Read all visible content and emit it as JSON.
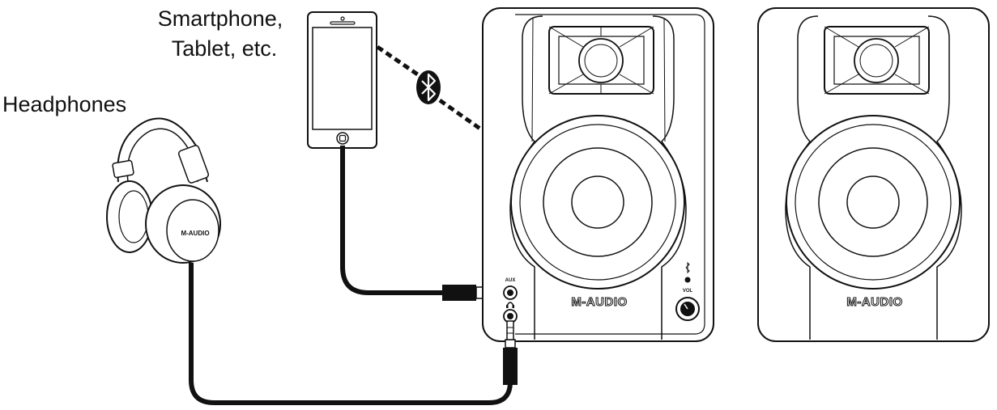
{
  "labels": {
    "smartphone_line1": "Smartphone,",
    "smartphone_line2": "Tablet, etc.",
    "headphones": "Headphones"
  },
  "speakers": {
    "brand_left": "M-AUDIO",
    "brand_right": "M-AUDIO",
    "aux_label": "AUX",
    "vol_label": "VOL"
  },
  "headphones": {
    "brand": "M-AUDIO"
  },
  "icons": {
    "bluetooth": "bluetooth-icon",
    "headphone_jack": "headphone-jack-icon",
    "phone_home_button": "home-button-icon"
  },
  "colors": {
    "line": "#111111",
    "background": "#ffffff"
  }
}
